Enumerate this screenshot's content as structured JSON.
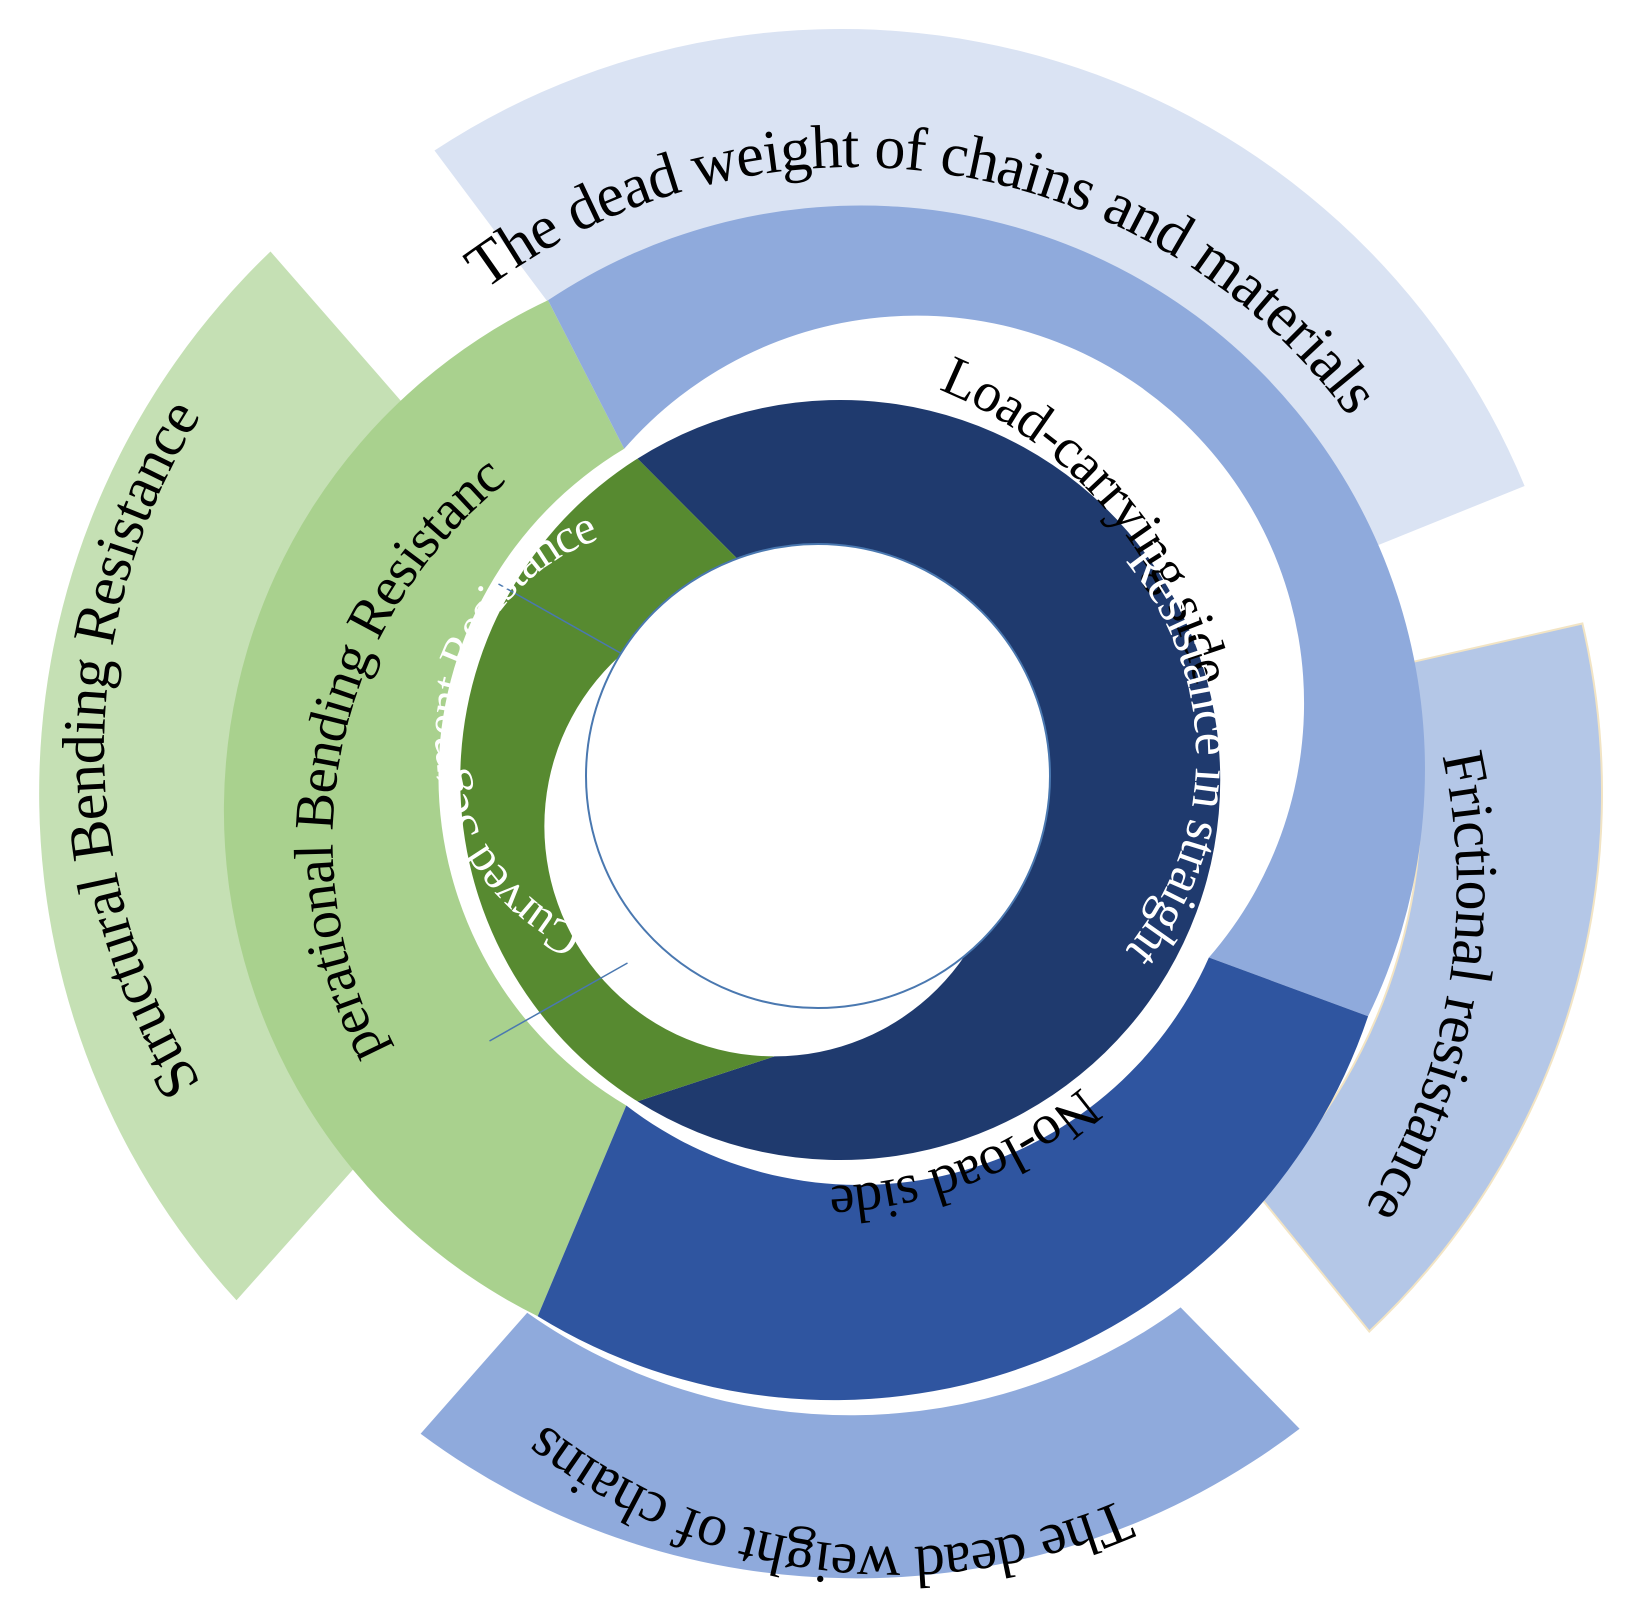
{
  "diagram": {
    "rings": {
      "inner": {
        "curved_segment": {
          "label": "Curved Segment Resistance",
          "color": "#578a30"
        },
        "straight": {
          "label": "Resistance in straight",
          "color": "#1f3a6e"
        }
      },
      "middle": {
        "operational_bending": {
          "label": "Operational Bending Resistance",
          "color": "#a9d18e"
        },
        "load_carrying_side": {
          "label": "Load-carrying side",
          "color": "#8faadc"
        },
        "no_load_side": {
          "label": "No-load side",
          "color": "#2f55a0"
        }
      },
      "outer": {
        "structural_bending": {
          "label": "Structural Bending Resistance",
          "color": "#c5e0b4"
        },
        "dead_weight_chains_materials": {
          "label": "The dead weight of chains and materials",
          "color": "#dae3f3"
        },
        "frictional": {
          "label": "Frictional resistance",
          "color": "#b4c7e7"
        },
        "dead_weight_chains": {
          "label": "The dead weight of chains",
          "color": "#8faadc"
        }
      }
    }
  }
}
